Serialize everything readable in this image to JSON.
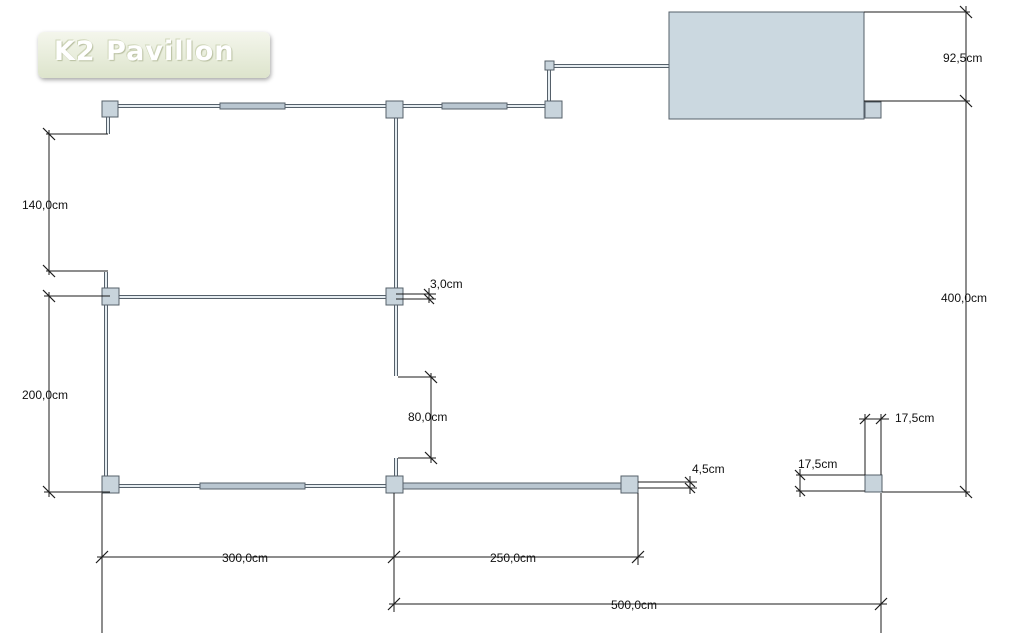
{
  "logo": {
    "text": "K2 Pavillon"
  },
  "colors": {
    "post_fill": "#c8d4dc",
    "panel_fill": "#b9c6d0",
    "outline": "#56606a"
  },
  "dimensions": {
    "d140": "140,0cm",
    "d200": "200,0cm",
    "d3": "3,0cm",
    "d80": "80,0cm",
    "d300": "300,0cm",
    "d250": "250,0cm",
    "d500": "500,0cm",
    "d4_5": "4,5cm",
    "d92_5": "92,5cm",
    "d400": "400,0cm",
    "d17_5_top": "17,5cm",
    "d17_5_left": "17,5cm"
  }
}
